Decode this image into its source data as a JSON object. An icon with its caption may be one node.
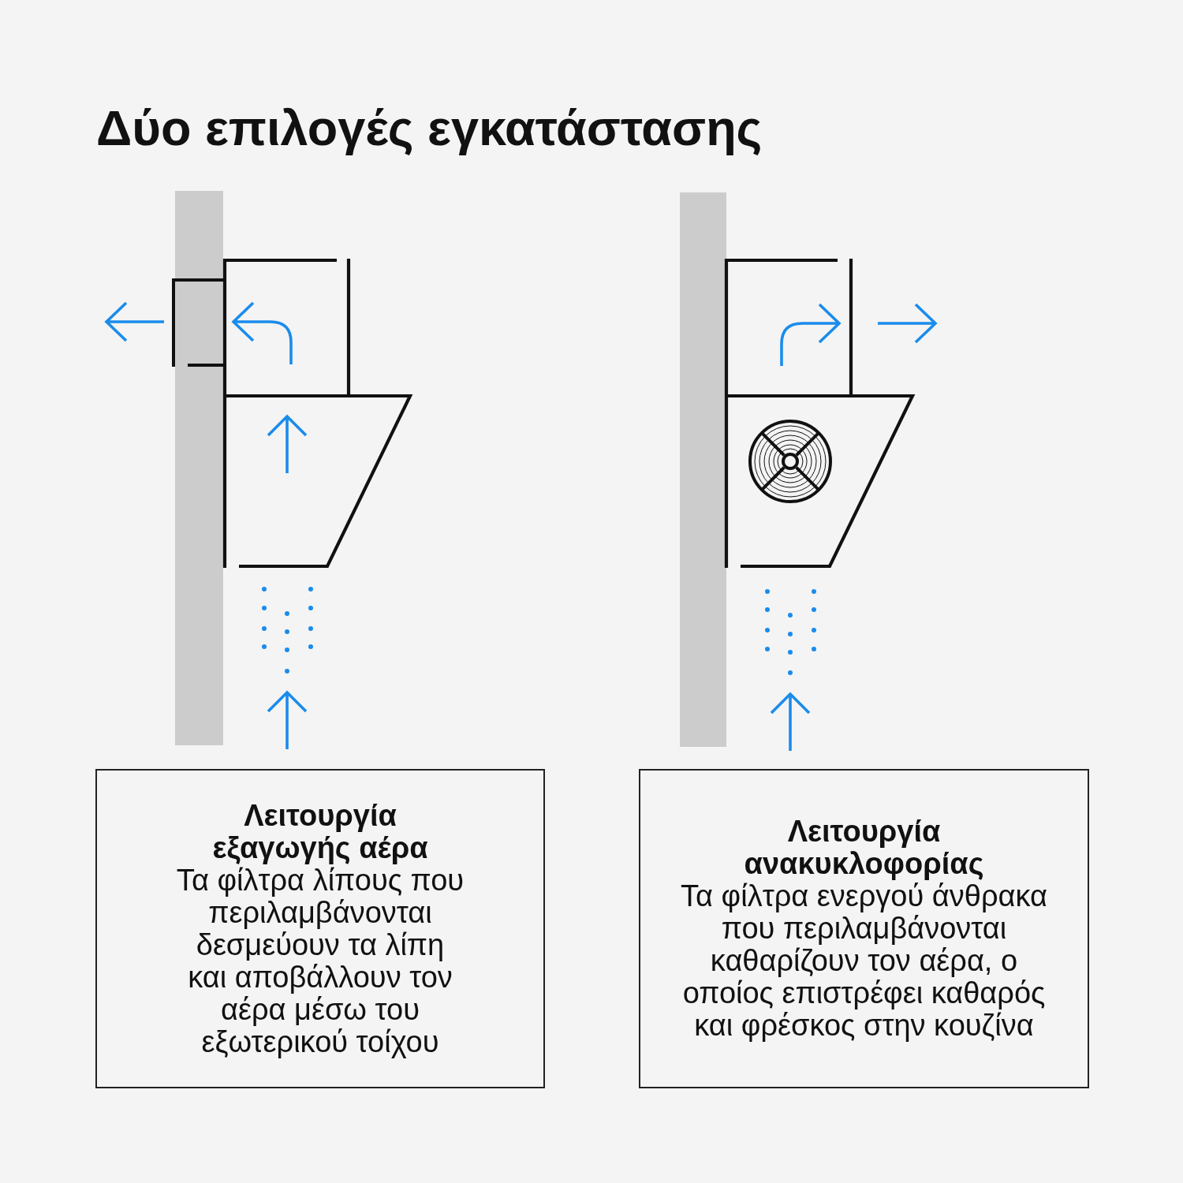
{
  "diagram": {
    "title": "Δύο επιλογές εγκατάστασης",
    "nodes": [
      {
        "text": [
          "Λειτουργία εξαγωγής αέρα",
          "Τα φίλτρα λίπους που περιλαμβάνονται δεσμεύουν τα λίπη και αποβάλλουν τον αέρα μέσω του εξωτερικού τοίχου"
        ]
      },
      {
        "text": [
          "Λειτουργία ανακυκλοφορίας",
          "Τα φίλτρα ενεργού άνθρακα που περιλαμβάνονται καθαρίζουν τον αέρα, ο οποίος επιστρέφει καθαρός και φρέσκος στην κουζίνα"
        ]
      }
    ]
  }
}
